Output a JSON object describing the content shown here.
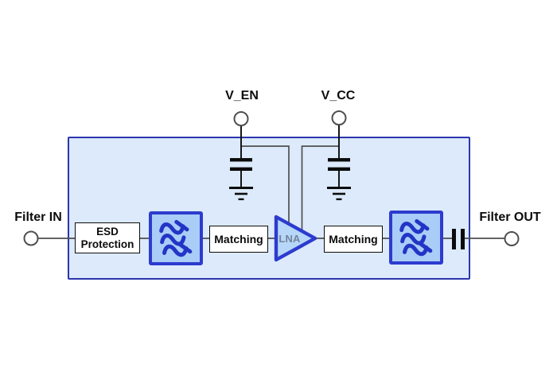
{
  "diagram": {
    "ports": {
      "filter_in": "Filter IN",
      "filter_out": "Filter OUT",
      "v_en": "V_EN",
      "v_cc": "V_CC"
    },
    "blocks": {
      "esd_line1": "ESD",
      "esd_line2": "Protection",
      "matching_in": "Matching",
      "lna": "LNA",
      "matching_out": "Matching",
      "filter_in_icon": "bandpass-filter-icon",
      "filter_out_icon": "bandpass-filter-icon"
    },
    "signal_chain": [
      "Filter IN",
      "ESD Protection",
      "Filter",
      "Matching",
      "LNA",
      "Matching",
      "Filter",
      "Filter OUT"
    ],
    "supply_branches": [
      {
        "pin": "V_EN",
        "elements": [
          "bypass-capacitor",
          "ground"
        ],
        "connects_to": "LNA"
      },
      {
        "pin": "V_CC",
        "elements": [
          "bypass-capacitor",
          "ground"
        ],
        "connects_to": "LNA"
      }
    ],
    "output_element": "series-capacitor",
    "colors": {
      "background": "#ffffff",
      "module_fill": "#dceafb",
      "module_border": "#2b36ad",
      "filter_fill": "#a9cdf7",
      "filter_border": "#2d3bcf",
      "filter_wave": "#2334c6",
      "lna_fill": "#b7d7f8",
      "lna_border": "#2d3bcf",
      "lna_text": "#74839d",
      "wire": "#4f4f4f",
      "symbol": "#0c0c0c"
    }
  }
}
